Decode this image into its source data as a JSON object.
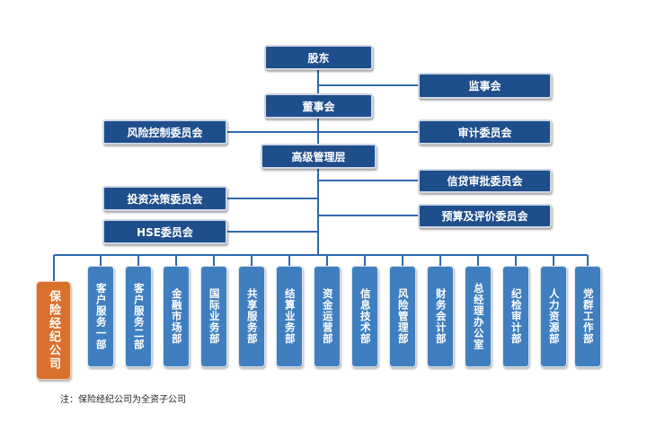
{
  "top_nodes": {
    "shareholders": "股东",
    "supervisory_board": "监事会",
    "board_of_directors": "董事会",
    "risk_control_committee": "风险控制委员会",
    "audit_committee": "审计委员会",
    "senior_management": "高级管理层",
    "credit_approval_committee": "信贷审批委员会",
    "investment_committee": "投资决策委员会",
    "budget_committee": "预算及评价委员会",
    "hse_committee": "HSE委员会"
  },
  "departments": [
    "保险经纪公司",
    "客户服务一部",
    "客户服务二部",
    "金融市场部",
    "国际业务部",
    "共享服务部",
    "结算业务部",
    "资金运营部",
    "信息技术部",
    "风险管理部",
    "财务会计部",
    "总经理办公室",
    "纪检审计部",
    "人力资源部",
    "党群工作部"
  ],
  "note": "注：保险经纪公司为全资子公司",
  "colors": {
    "node": "#1f4e8c",
    "department": "#3f7fc0",
    "subsidiary": "#d9702c",
    "connector": "#2f69b0"
  }
}
